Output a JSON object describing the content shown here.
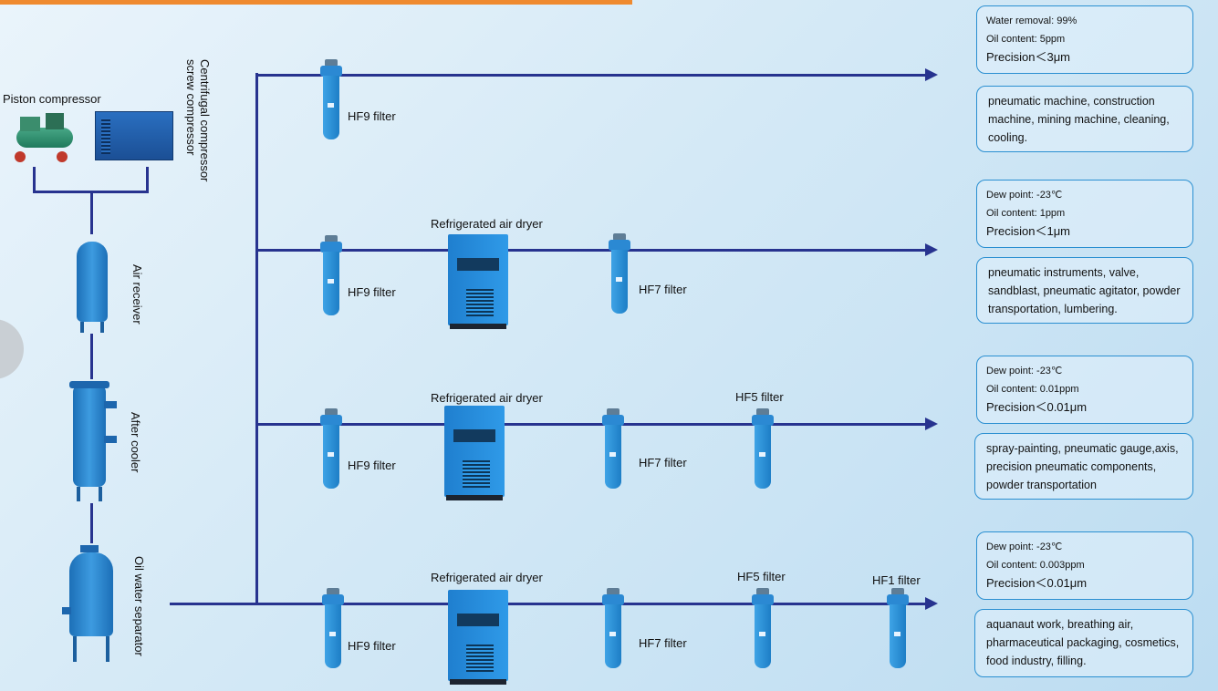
{
  "equipment": {
    "piston_compressor": "Piston compressor",
    "screw_compressor": "Centrifugal compressor\nscrew compressor",
    "air_receiver": "Air receiver",
    "after_cooler": "After cooler",
    "oil_water_separator": "Oil water separator"
  },
  "rows": [
    {
      "filters": [
        {
          "label": "HF9 filter"
        }
      ],
      "specs": [
        "Water removal: 99%",
        "Oil content: 5ppm",
        "Precision＜3μm"
      ],
      "applications": "pneumatic machine, construction machine, mining machine, cleaning, cooling."
    },
    {
      "dryer": "Refrigerated air dryer",
      "filters": [
        {
          "label": "HF9 filter"
        },
        {
          "label": "HF7 filter"
        }
      ],
      "specs": [
        "Dew point: -23℃",
        "Oil content: 1ppm",
        "Precision＜1μm"
      ],
      "applications": "pneumatic instruments, valve, sandblast, pneumatic agitator, powder transportation, lumbering."
    },
    {
      "dryer": "Refrigerated air dryer",
      "filters": [
        {
          "label": "HF9 filter"
        },
        {
          "label": "HF7 filter"
        },
        {
          "label": "HF5 filter"
        }
      ],
      "specs": [
        "Dew point: -23℃",
        "Oil content: 0.01ppm",
        "Precision＜0.01μm"
      ],
      "applications": "spray-painting, pneumatic gauge,axis, precision pneumatic components, powder transportation"
    },
    {
      "dryer": "Refrigerated air dryer",
      "filters": [
        {
          "label": "HF9 filter"
        },
        {
          "label": "HF7 filter"
        },
        {
          "label": "HF5 filter"
        },
        {
          "label": "HF1 filter"
        }
      ],
      "specs": [
        "Dew point: -23℃",
        "Oil content: 0.003ppm",
        "Precision＜0.01μm"
      ],
      "applications": "aquanaut work, breathing air, pharmaceutical packaging, cosmetics, food industry, filling."
    }
  ],
  "colors": {
    "line": "#27338f",
    "filter": "#2b89d3",
    "box_border": "#2a8fd1",
    "accent": "#ef8a2f"
  }
}
